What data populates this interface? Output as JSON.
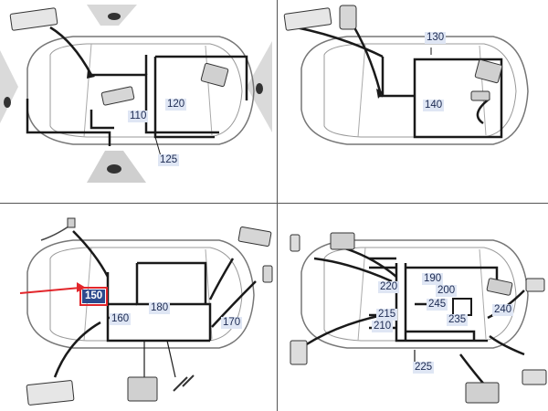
{
  "panels": [
    {
      "id": "top-left",
      "labels": [
        "110",
        "120",
        "125"
      ]
    },
    {
      "id": "top-right",
      "labels": [
        "130",
        "140"
      ]
    },
    {
      "id": "bottom-left",
      "labels": [
        "150",
        "160",
        "170",
        "180"
      ],
      "selected": "150"
    },
    {
      "id": "bottom-right",
      "labels": [
        "190",
        "200",
        "210",
        "215",
        "220",
        "225",
        "235",
        "240",
        "245"
      ]
    }
  ],
  "colors": {
    "label_bg": "#dfe6f4",
    "label_text": "#1d2b52",
    "selected_bg": "#2d4a8d",
    "highlight": "#e2262b",
    "wire": "#1a1a1a",
    "outline": "#666666"
  }
}
